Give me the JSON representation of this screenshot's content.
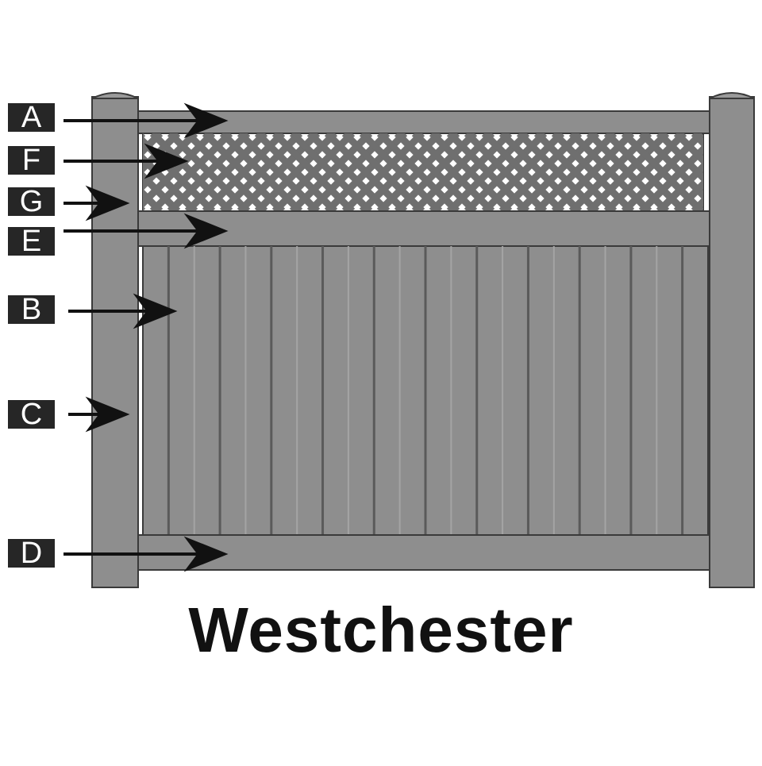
{
  "title": "Westchester",
  "colors": {
    "fence": "#8e8e8e",
    "fence_dark": "#6f6f6f",
    "outline": "#3a3a3a",
    "label_bg": "#262626",
    "label_text": "#ffffff",
    "arrow": "#111111"
  },
  "callouts": [
    {
      "id": "a",
      "letter": "A",
      "part": "top-rail"
    },
    {
      "id": "f",
      "letter": "F",
      "part": "lattice-upper"
    },
    {
      "id": "g",
      "letter": "G",
      "part": "lattice-lower"
    },
    {
      "id": "e",
      "letter": "E",
      "part": "mid-rail"
    },
    {
      "id": "b",
      "letter": "B",
      "part": "privacy-boards"
    },
    {
      "id": "c",
      "letter": "C",
      "part": "post"
    },
    {
      "id": "d",
      "letter": "D",
      "part": "bottom-rail"
    }
  ]
}
